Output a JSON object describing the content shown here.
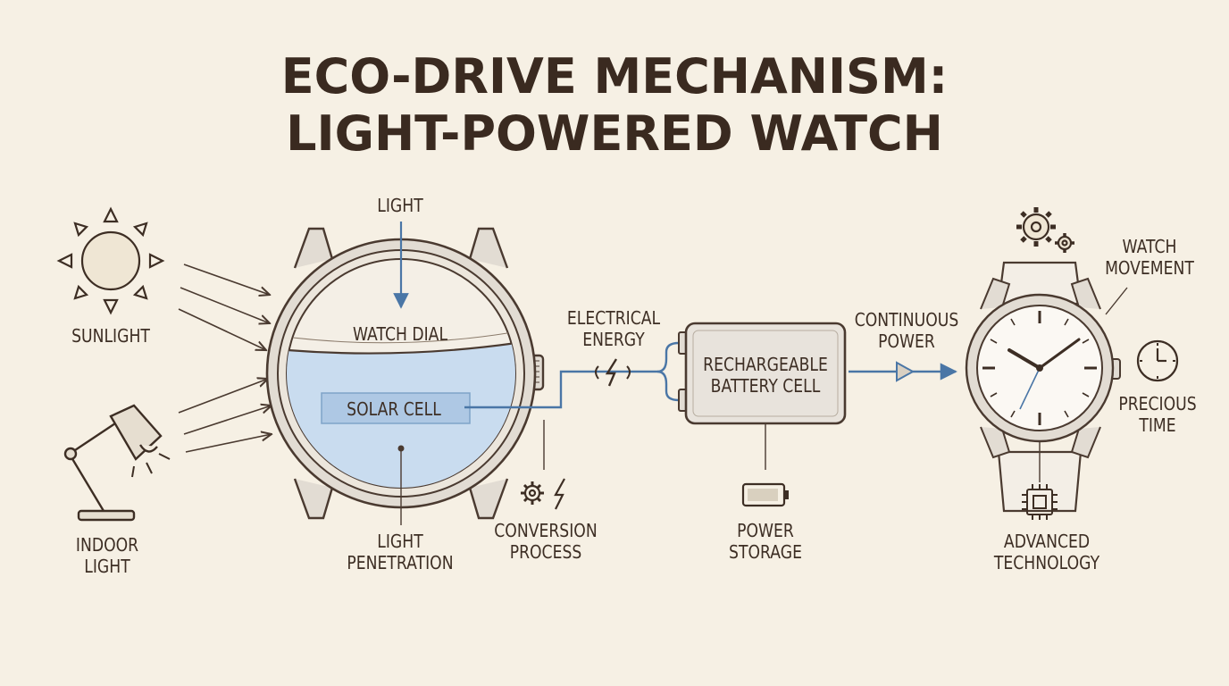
{
  "title": {
    "line1": "ECO-DRIVE MECHANISM:",
    "line2": "LIGHT-POWERED WATCH"
  },
  "labels": {
    "sunlight": "SUNLIGHT",
    "indoor_light": [
      "INDOOR",
      "LIGHT"
    ],
    "light": "LIGHT",
    "watch_dial": "WATCH DIAL",
    "solar_cell": "SOLAR CELL",
    "light_penetration": [
      "LIGHT",
      "PENETRATION"
    ],
    "electrical_energy": [
      "ELECTRICAL",
      "ENERGY"
    ],
    "conversion_process": [
      "CONVERSION",
      "PROCESS"
    ],
    "battery": [
      "RECHARGEABLE",
      "BATTERY CELL"
    ],
    "power_storage": [
      "POWER",
      "STORAGE"
    ],
    "continuous_power": [
      "CONTINUOUS",
      "POWER"
    ],
    "watch_movement": [
      "WATCH",
      "MOVEMENT"
    ],
    "precious_time": [
      "PRECIOUS",
      "TIME"
    ],
    "advanced_technology": [
      "ADVANCED",
      "TECHNOLOGY"
    ]
  },
  "colors": {
    "background": "#f6f0e4",
    "ink": "#3d2e24",
    "accent_blue": "#4a76a6",
    "glass_blue": "#c9dcef",
    "metal": "#e2dcd3"
  },
  "icons": [
    "sun-icon",
    "desk-lamp-icon",
    "lightning-icon",
    "gear-lightning-icon",
    "battery-small-icon",
    "gears-icon",
    "clock-icon",
    "chip-icon"
  ]
}
